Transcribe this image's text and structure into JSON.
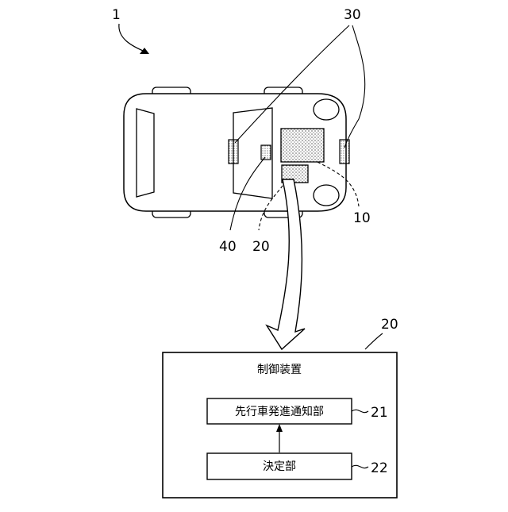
{
  "labels": {
    "system": "1",
    "cameras": "30",
    "ecu_on_car": "20",
    "battery": "10",
    "sensor": "40",
    "control_device_ref": "20",
    "notify_unit_ref": "21",
    "decision_unit_ref": "22"
  },
  "control_device": {
    "title": "制御装置",
    "notify_unit": "先行車発進通知部",
    "decision_unit": "決定部"
  }
}
